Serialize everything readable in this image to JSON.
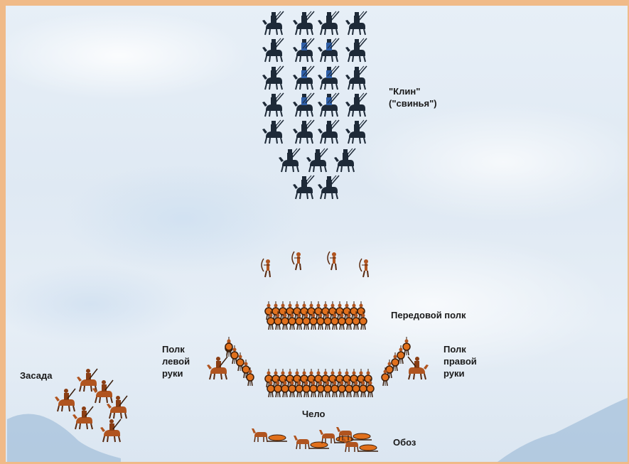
{
  "labels": {
    "klin": "\"Клин\"\n(\"свинья\")",
    "peredovoy": "Передовой полк",
    "left_hand": "Полк\nлевой\nруки",
    "right_hand": "Полк\nправой\nруки",
    "zasada": "Засада",
    "chelo": "Чело",
    "oboz": "Обоз"
  },
  "colors": {
    "frame": "#f0ba88",
    "knight_dark": "#1e2a38",
    "knight_blue": "#2f5fa8",
    "russian_brown": "#b0541f",
    "shield_orange": "#e0701c",
    "shield_rim": "#3a1e0c",
    "ice": "#e3ecf5",
    "water": "#a9c3dc"
  },
  "icons": {
    "knight": "mounted-knight-icon",
    "archer": "archer-icon",
    "infantry": "shield-infantry-icon",
    "rider": "russian-rider-icon",
    "sled": "horse-sled-icon"
  }
}
